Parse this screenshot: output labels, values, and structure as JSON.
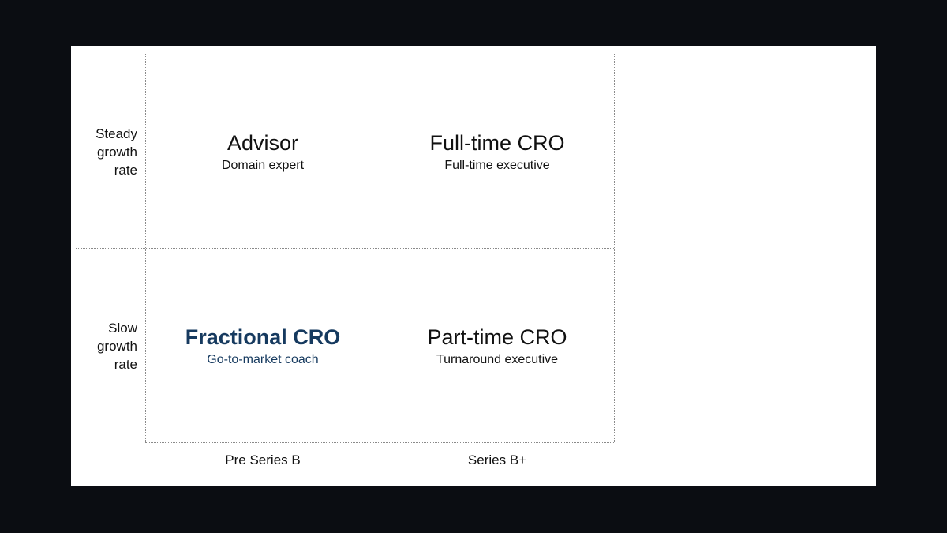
{
  "rows": [
    {
      "label_lines": [
        "Steady",
        "growth",
        "rate"
      ]
    },
    {
      "label_lines": [
        "Slow",
        "growth",
        "rate"
      ]
    }
  ],
  "columns": [
    {
      "label": "Pre Series B"
    },
    {
      "label": "Series B+"
    }
  ],
  "quadrants": {
    "top_left": {
      "title": "Advisor",
      "subtitle": "Domain expert"
    },
    "top_right": {
      "title": "Full-time CRO",
      "subtitle": "Full-time executive"
    },
    "bottom_left": {
      "title": "Fractional CRO",
      "subtitle": "Go-to-market coach"
    },
    "bottom_right": {
      "title": "Part-time CRO",
      "subtitle": "Turnaround executive"
    }
  },
  "colors": {
    "highlight": "#163a5f",
    "text": "#111111",
    "gridline": "#8a8a8a",
    "background": "#ffffff",
    "frame": "#0b0d12"
  }
}
